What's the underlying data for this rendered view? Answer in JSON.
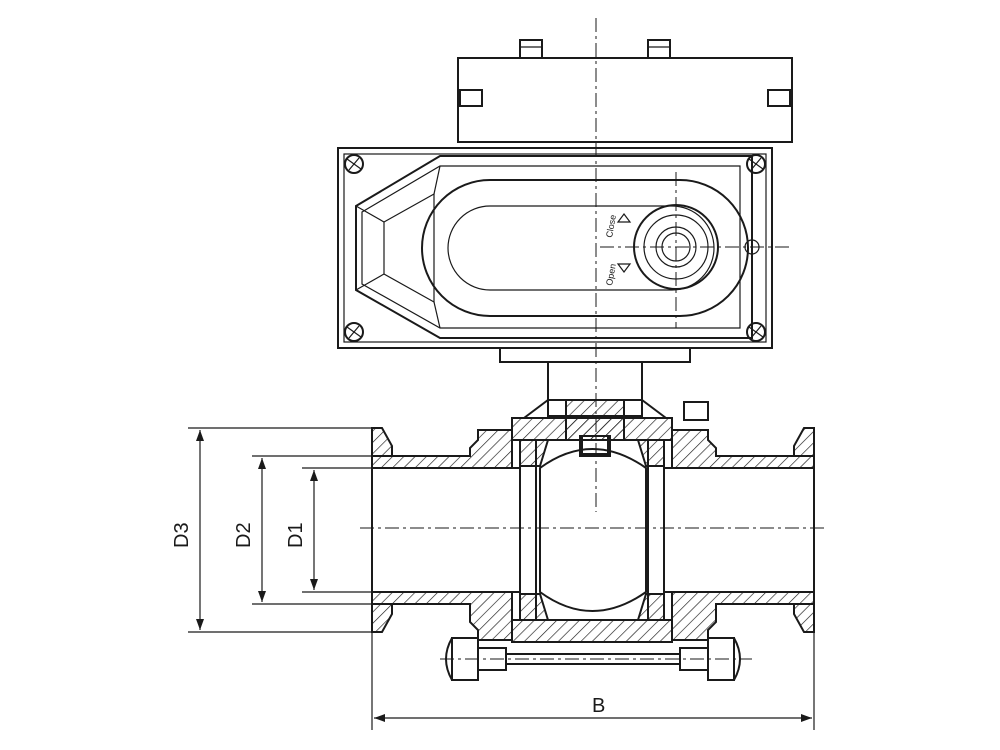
{
  "dimensions": {
    "d3": "D3",
    "d2": "D2",
    "d1": "D1",
    "b": "B"
  },
  "actuator": {
    "direction_labels": [
      "Close",
      "Open"
    ]
  },
  "colors": {
    "line": "#1a1a1a",
    "background": "#ffffff"
  }
}
